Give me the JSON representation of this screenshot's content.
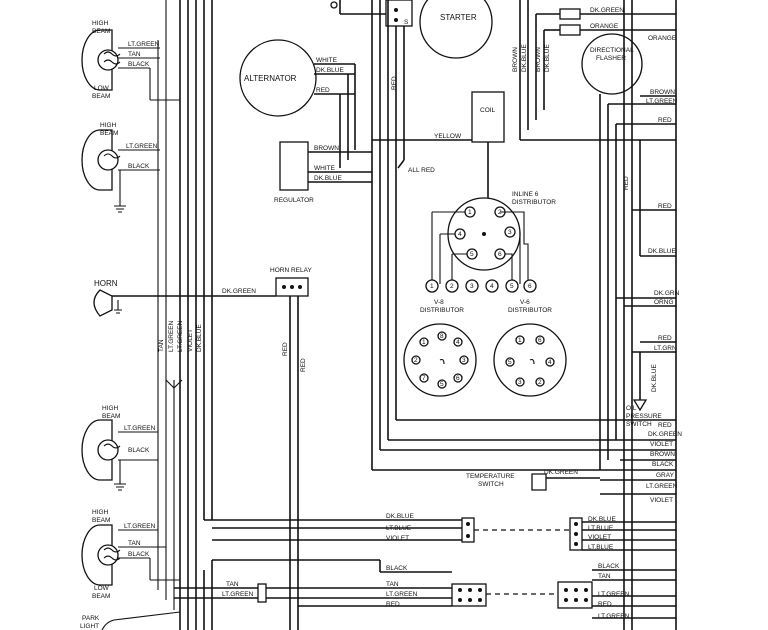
{
  "components": {
    "starter": "STARTER",
    "alternator": "ALTERNATOR",
    "regulator": "REGULATOR",
    "coil": "COIL",
    "directional_flasher": [
      "DIRECTIONAL",
      "FLASHER"
    ],
    "horn": "HORN",
    "horn_relay": "HORN RELAY",
    "inline6_distributor": [
      "INLINE 6",
      "DISTRIBUTOR"
    ],
    "v8_distributor": [
      "V-8",
      "DISTRIBUTOR"
    ],
    "v6_distributor": [
      "V-6",
      "DISTRIBUTOR"
    ],
    "oil_pressure_switch": [
      "OIL",
      "PRESSURE",
      "SWITCH"
    ],
    "temperature_switch": [
      "TEMPERATURE",
      "SWITCH"
    ],
    "park_light": [
      "PARK",
      "LIGHT"
    ]
  },
  "headlamps": [
    {
      "top": [
        "HIGH",
        "BEAM"
      ],
      "wires": [
        "LT.GREEN",
        "TAN",
        "BLACK"
      ],
      "bottom": [
        "LOW",
        "BEAM"
      ]
    },
    {
      "top": [
        "HIGH",
        "BEAM"
      ],
      "wires": [
        "LT.GREEN",
        "BLACK"
      ]
    },
    {
      "top": [
        "HIGH",
        "BEAM"
      ],
      "wires": [
        "LT.GREEN",
        "BLACK"
      ]
    },
    {
      "top": [
        "HIGH",
        "BEAM"
      ],
      "wires": [
        "LT.GREEN",
        "TAN",
        "BLACK"
      ],
      "bottom": [
        "LOW",
        "BEAM"
      ]
    }
  ],
  "alternator_wires": [
    "WHITE",
    "DK.BLUE",
    "RED"
  ],
  "regulator_wires": [
    "BROWN",
    "WHITE",
    "DK.BLUE"
  ],
  "wire_labels": {
    "yellow": "YELLOW",
    "all_red": "ALL RED",
    "red_vertical": "RED",
    "dk_green_horn": "DK.GREEN",
    "horn_relay_red_a": "RED",
    "horn_relay_red_b": "RED",
    "bundle_vertical": [
      "TAN",
      "LT.GREEN",
      "LT.GREEN",
      "VIOLET",
      "DK.BLUE"
    ],
    "flasher_vertical": [
      "BROWN",
      "DK.BLUE",
      "BROWN",
      "DK.BLUE"
    ],
    "temp_dk_green": "DK.GREEN",
    "oil_dk_blue": "DK.BLUE",
    "right_red_vertical": "RED",
    "s_terminal": "S"
  },
  "right_edge_labels": [
    "DK.GREEN",
    "ORANGE",
    "ORANGE",
    "BROWN",
    "LT.GREEN",
    "RED",
    "RED",
    "DK.BLUE",
    "DK.GRN",
    "ORNG",
    "RED",
    "LT.GRN",
    "RED",
    "DK.GREEN",
    "VIOLET",
    "BROWN",
    "BLACK",
    "GRAY",
    "LT.GREEN",
    "VIOLET"
  ],
  "connector_upper_left": [
    "DK.BLUE",
    "LT.BLUE",
    "VIOLET"
  ],
  "connector_upper_right": [
    "DK.BLUE",
    "LT.BLUE",
    "VIOLET",
    "LT.BLUE"
  ],
  "connector_lower_left": [
    "TAN",
    "LT.GREEN"
  ],
  "connector_lower_mid": [
    "BLACK",
    "TAN",
    "LT.GREEN",
    "RED"
  ],
  "connector_lower_right": [
    "BLACK",
    "TAN",
    "LT.GREEN",
    "RED",
    "LT.GREEN"
  ],
  "distributor_numbers": {
    "inline6": [
      "1",
      "2",
      "3",
      "4",
      "5",
      "6"
    ],
    "row": [
      "1",
      "2",
      "3",
      "4",
      "5",
      "6"
    ],
    "v8": [
      "1",
      "8",
      "4",
      "3",
      "6",
      "5",
      "7",
      "2"
    ],
    "v6": [
      "1",
      "6",
      "5",
      "4",
      "3",
      "2"
    ]
  }
}
